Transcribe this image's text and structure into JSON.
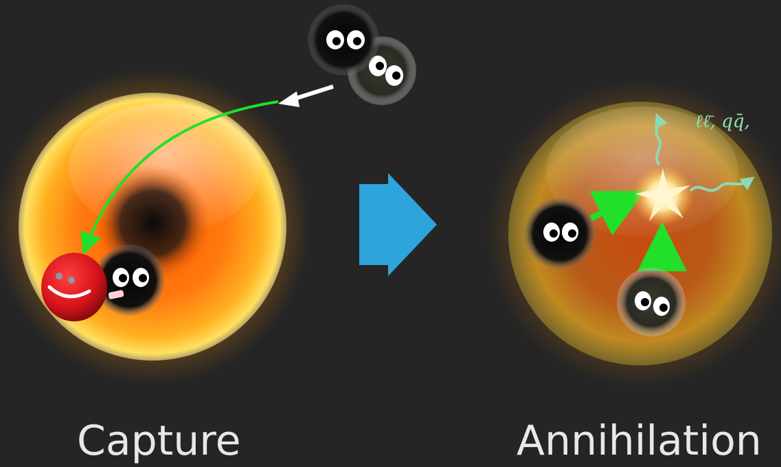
{
  "captions": {
    "left": "Capture",
    "right": "Annihilation"
  },
  "annihilation_products": "ℓℓ̄, qq̄,",
  "colors": {
    "background": "#252525",
    "capture_arrow": "#22e02a",
    "incoming_arrow": "#ffffff",
    "transition_arrow": "#2ea4dc",
    "products_arrows": "#8fd8b4",
    "sun_core": "#ff6a00",
    "sun_edge": "#ffd21a",
    "nucleus": "#d4121a",
    "dark_matter": "#101010"
  },
  "icons": {
    "dark_matter_particle": "fuzzy-black-ball-with-eyes",
    "nucleus": "red-ball-with-smile",
    "transition": "right-arrow-block",
    "explosion": "starburst"
  }
}
